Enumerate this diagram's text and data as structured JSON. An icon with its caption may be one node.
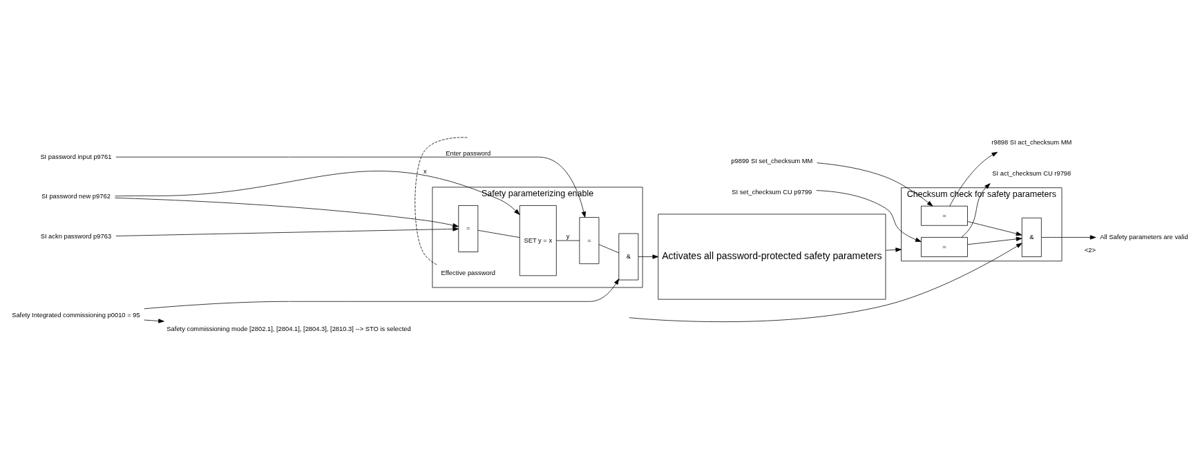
{
  "diagram": {
    "nodes": [
      {
        "text": [
          "Safety parameterizing enable"
        ]
      },
      {
        "text": [
          "Safety Integrated commissioning p0010 = 95"
        ]
      },
      {
        "text": [
          "SI password input p9761"
        ]
      },
      {
        "text": [
          "SI password new p9762"
        ]
      },
      {
        "text": [
          "SI ackn password p9763"
        ]
      },
      {
        "text": [
          "Safety commissioning mode [2802.1], [2804.1], [2804.3], [2810.3] --> STO is selected"
        ]
      },
      {
        "text": [
          "&"
        ],
        "in": 0
      },
      {
        "text": [
          "="
        ],
        "in": 0
      },
      {
        "text": [
          "SET y = x"
        ],
        "in": 0
      },
      {
        "text": [
          "="
        ],
        "in": 0
      },
      {
        "text": [
          "Effective password"
        ],
        "in": 0
      },
      {
        "text": [
          "Activates all password-protected safety parameters"
        ]
      },
      {
        "text": [
          "Checksum check for safety parameters"
        ]
      },
      {
        "text": [
          "="
        ],
        "in": 12
      },
      {
        "text": [
          "&"
        ],
        "in": 12
      },
      {
        "text": [
          "="
        ],
        "in": 12
      },
      {
        "text": [
          "SI act_checksum CU r9798"
        ]
      },
      {
        "text": [
          "SI set_checksum CU p9799"
        ]
      },
      {
        "text": [
          "r9898 SI act_checksum MM"
        ]
      },
      {
        "text": [
          "p9899 SI set_checksum MM"
        ]
      },
      {
        "text": [
          "All Safety parameters are valid"
        ],
        "beside": [
          "<2>"
        ]
      }
    ],
    "edges": [
      {
        "from": 1,
        "to": 6,
        "arrow": "to"
      },
      {
        "from": 1,
        "to": 5,
        "arrow": "to"
      },
      {
        "from": 2,
        "to": 7,
        "arrow": "to",
        "label": "Enter password"
      },
      {
        "from": 3,
        "to": 8,
        "arrow": "to",
        "label": "x"
      },
      {
        "from": 3,
        "to": 9,
        "arrow": "to"
      },
      {
        "from": 4,
        "to": 9,
        "arrow": "to"
      },
      {
        "from": 9,
        "to": 8,
        "arrow": "none"
      },
      {
        "from": 8,
        "to": 7,
        "arrow": "none",
        "label": "y"
      },
      {
        "from": 7,
        "to": 6,
        "arrow": "none"
      },
      {
        "from": 10,
        "to": null,
        "arrow": "none",
        "style": "dashed"
      },
      {
        "from": 6,
        "to": 11,
        "arrow": "to"
      },
      {
        "from": 11,
        "to": 12,
        "arrow": "to"
      },
      {
        "from": 13,
        "to": 16,
        "arrow": "to"
      },
      {
        "from": 17,
        "to": 13,
        "arrow": "to"
      },
      {
        "from": 13,
        "to": 14,
        "arrow": "to"
      },
      {
        "from": 15,
        "to": 14,
        "arrow": "to"
      },
      {
        "from": 15,
        "to": 18,
        "arrow": "to"
      },
      {
        "from": 19,
        "to": 15,
        "arrow": "to"
      },
      {
        "from": null,
        "to": 14,
        "arrow": "to"
      },
      {
        "from": 14,
        "to": 20,
        "arrow": "to"
      }
    ]
  }
}
